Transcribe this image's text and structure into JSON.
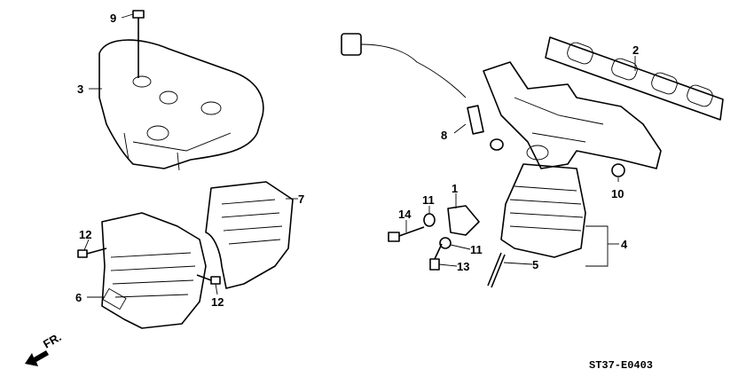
{
  "diagram": {
    "code": "ST37-E0403",
    "direction_label": "FR.",
    "callouts": [
      {
        "id": "callout-9",
        "text": "9"
      },
      {
        "id": "callout-3",
        "text": "3"
      },
      {
        "id": "callout-2",
        "text": "2"
      },
      {
        "id": "callout-8",
        "text": "8"
      },
      {
        "id": "callout-10",
        "text": "10"
      },
      {
        "id": "callout-1",
        "text": "1"
      },
      {
        "id": "callout-11a",
        "text": "11"
      },
      {
        "id": "callout-14",
        "text": "14"
      },
      {
        "id": "callout-11b",
        "text": "11"
      },
      {
        "id": "callout-4",
        "text": "4"
      },
      {
        "id": "callout-13",
        "text": "13"
      },
      {
        "id": "callout-5",
        "text": "5"
      },
      {
        "id": "callout-7",
        "text": "7"
      },
      {
        "id": "callout-12a",
        "text": "12"
      },
      {
        "id": "callout-12b",
        "text": "12"
      },
      {
        "id": "callout-6",
        "text": "6"
      }
    ]
  }
}
